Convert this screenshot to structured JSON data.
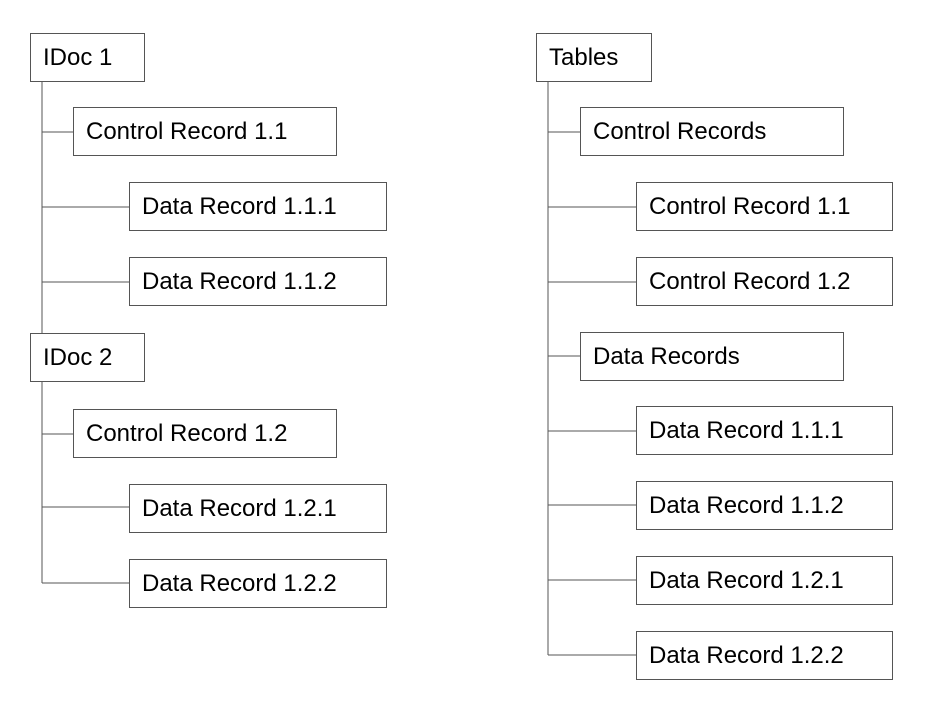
{
  "left_tree": {
    "idoc1": {
      "label": "IDoc 1",
      "control_record": "Control Record 1.1",
      "data_records": [
        "Data Record 1.1.1",
        "Data Record 1.1.2"
      ]
    },
    "idoc2": {
      "label": "IDoc 2",
      "control_record": "Control Record 1.2",
      "data_records": [
        "Data Record 1.2.1",
        "Data Record 1.2.2"
      ]
    }
  },
  "right_tree": {
    "root": "Tables",
    "control_records": {
      "label": "Control Records",
      "items": [
        "Control Record 1.1",
        "Control Record 1.2"
      ]
    },
    "data_records": {
      "label": "Data Records",
      "items": [
        "Data Record 1.1.1",
        "Data Record 1.1.2",
        "Data Record 1.2.1",
        "Data Record 1.2.2"
      ]
    }
  },
  "colors": {
    "border": "#555555",
    "text": "#000000",
    "background": "#ffffff"
  }
}
